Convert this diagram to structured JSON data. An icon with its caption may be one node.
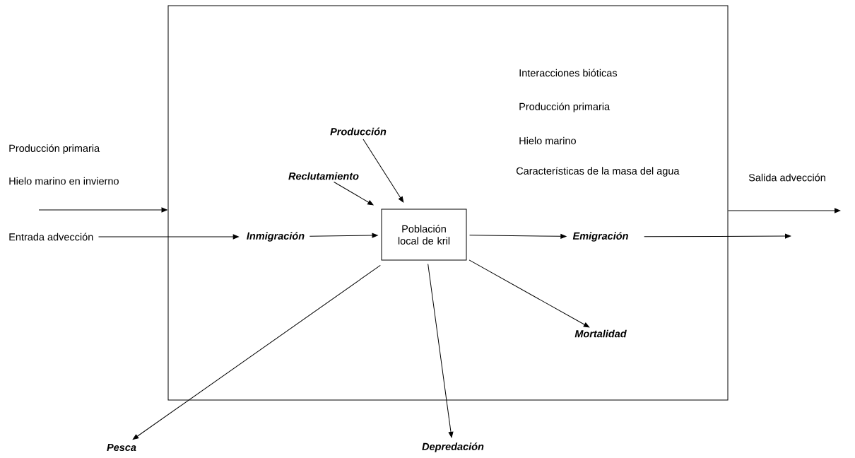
{
  "diagram": {
    "nodes": [
      {
        "text": [],
        "shape": "box"
      },
      {
        "text": [
          "Población local de kril"
        ],
        "in": 0
      },
      {
        "text": [
          "Producción"
        ],
        "in": 0
      },
      {
        "text": [
          "Reclutamiento"
        ],
        "in": 0
      },
      {
        "text": [
          "Inmigración"
        ],
        "in": 0
      },
      {
        "text": [
          "Emigración"
        ],
        "in": 0
      },
      {
        "text": [
          "Mortalidad"
        ],
        "in": 0
      },
      {
        "text": [
          "Pesca"
        ]
      },
      {
        "text": [
          "Depredación"
        ]
      },
      {
        "text": [
          "Entrada advección"
        ]
      }
    ],
    "edges": [
      {
        "from": null,
        "to": 0,
        "arrow": "to"
      },
      {
        "from": 9,
        "to": 4,
        "arrow": "to"
      },
      {
        "from": 4,
        "to": 1,
        "arrow": "to"
      },
      {
        "from": 3,
        "to": 1,
        "arrow": "to"
      },
      {
        "from": 2,
        "to": 1,
        "arrow": "to"
      },
      {
        "from": 1,
        "to": 5,
        "arrow": "to"
      },
      {
        "from": 5,
        "to": null,
        "arrow": "to"
      },
      {
        "from": 1,
        "to": 6,
        "arrow": "to"
      },
      {
        "from": 1,
        "to": 7,
        "arrow": "to"
      },
      {
        "from": 1,
        "to": 8,
        "arrow": "to"
      },
      {
        "from": 0,
        "to": null,
        "arrow": "to"
      }
    ],
    "labels": [
      "Interacciones bióticas",
      "Producción primaria",
      "Hielo marino",
      "Características de la masa del agua",
      "Producción primaria",
      "Hielo marino en invierno",
      "Salida advección"
    ]
  }
}
